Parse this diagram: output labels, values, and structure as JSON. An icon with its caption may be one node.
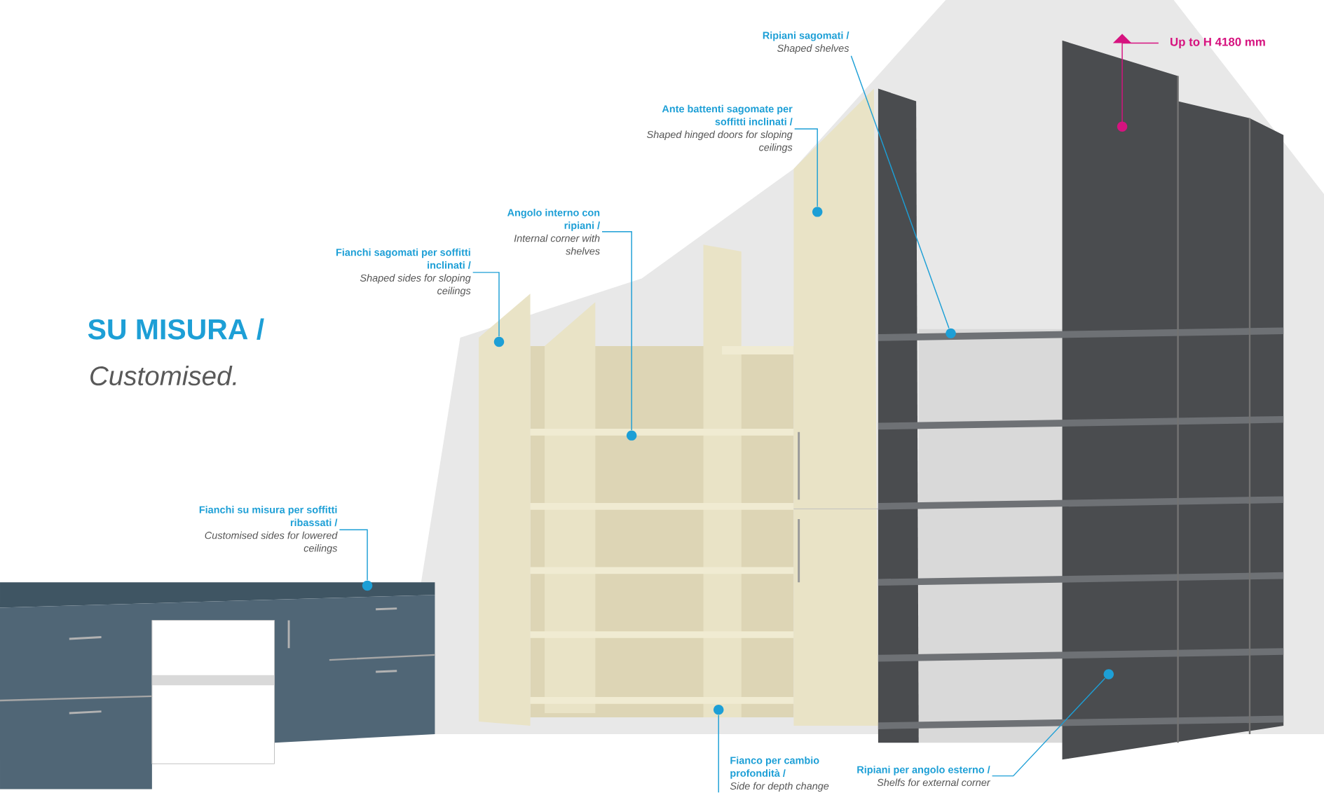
{
  "diagram": {
    "title": "SU MISURA /",
    "nodes": [
      {
        "text": [
          "Ripiani sagomati /",
          "Shaped shelves"
        ]
      },
      {
        "text": [
          "Ante battenti sagomate per soffitti inclinati /",
          "Shaped hinged doors for sloping ceilings"
        ]
      },
      {
        "text": [
          "Angolo interno con ripiani /",
          "Internal corner with shelves"
        ]
      },
      {
        "text": [
          "Fianchi sagomati per soffitti inclinati /",
          "Shaped sides for sloping ceilings"
        ]
      },
      {
        "text": [
          "Fianchi su misura per soffitti ribassati /",
          "Customised sides for lowered ceilings"
        ]
      },
      {
        "text": [
          "Fianco per cambio profondità /",
          "Side for depth change"
        ]
      },
      {
        "text": [
          "Ripiani per angolo esterno /",
          "Shelfs for external corner"
        ]
      },
      {
        "text": [],
        "shape": "circle"
      },
      {
        "text": [],
        "shape": "circle"
      },
      {
        "text": [],
        "shape": "circle"
      },
      {
        "text": [],
        "shape": "circle"
      },
      {
        "text": [],
        "shape": "circle"
      },
      {
        "text": [],
        "shape": "circle"
      },
      {
        "text": [],
        "shape": "circle"
      }
    ],
    "edges": [
      {
        "from": 0,
        "to": 12,
        "arrow": "none"
      },
      {
        "from": 1,
        "to": 11,
        "arrow": "none"
      },
      {
        "from": 2,
        "to": 9,
        "arrow": "none"
      },
      {
        "from": 3,
        "to": 8,
        "arrow": "none"
      },
      {
        "from": 4,
        "to": 7,
        "arrow": "none"
      },
      {
        "from": 5,
        "to": 10,
        "arrow": "none"
      },
      {
        "from": 6,
        "to": 13,
        "arrow": "none"
      }
    ],
    "labels": [
      "Up to H 4180 mm",
      "Customised."
    ]
  }
}
